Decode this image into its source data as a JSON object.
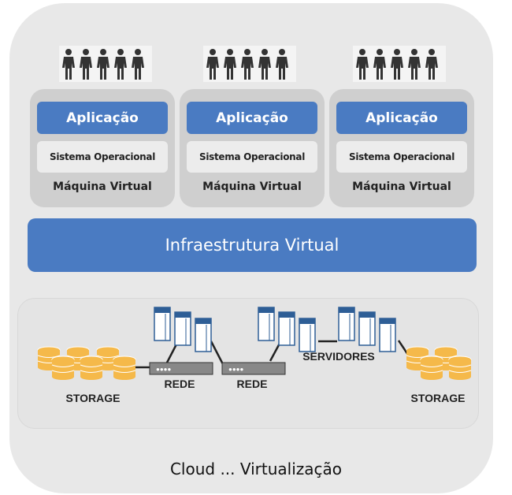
{
  "vms": [
    {
      "app": "Aplicação",
      "os": "Sistema Operacional",
      "vm": "Máquina Virtual"
    },
    {
      "app": "Aplicação",
      "os": "Sistema Operacional",
      "vm": "Máquina Virtual"
    },
    {
      "app": "Aplicação",
      "os": "Sistema Operacional",
      "vm": "Máquina Virtual"
    }
  ],
  "infra": "Infraestrutura Virtual",
  "physical": {
    "storage_left": "STORAGE",
    "rede1": "REDE",
    "rede2": "REDE",
    "servers": "SERVIDORES",
    "storage_right": "STORAGE"
  },
  "caption": "Cloud ... Virtualização",
  "colors": {
    "blue": "#4a7bc2",
    "storage": "#f5b94a",
    "server": "#2e5e96"
  }
}
